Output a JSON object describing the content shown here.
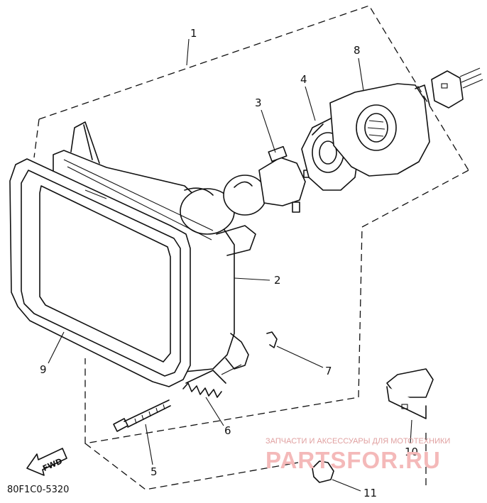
{
  "diagram": {
    "callouts": [
      "1",
      "2",
      "3",
      "4",
      "5",
      "6",
      "7",
      "8",
      "9",
      "10",
      "11"
    ],
    "fwd_label": "FWD",
    "drawing_code": "80F1C0-5320",
    "watermark": {
      "top": "ЗАПЧАСТИ И АКСЕССУАРЫ ДЛЯ МОТОТЕХНИКИ",
      "main": "PARTSFOR.RU"
    }
  }
}
